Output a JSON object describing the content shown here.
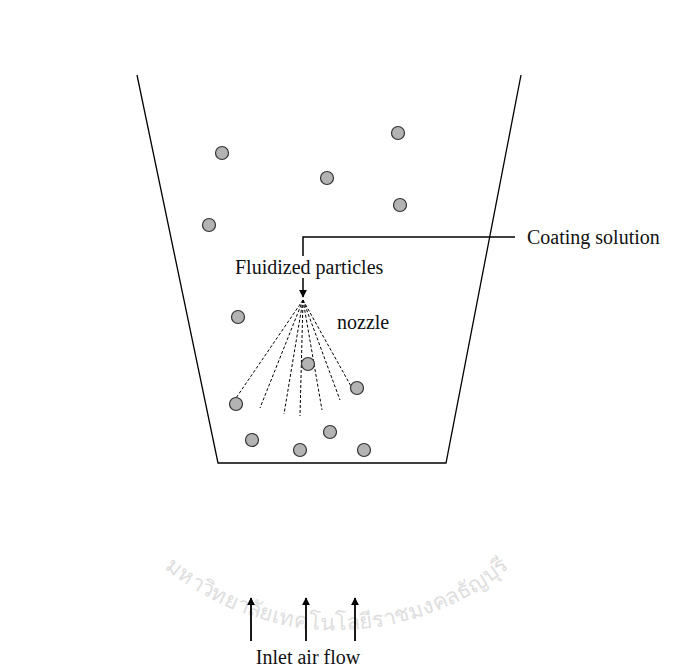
{
  "diagram": {
    "labels": [
      "Fluidized particles",
      "Coating solution",
      "nozzle",
      "Inlet air flow",
      "มหาวิทยาลัยเทคโนโลยีราชมงคลธัญบุรี"
    ]
  }
}
